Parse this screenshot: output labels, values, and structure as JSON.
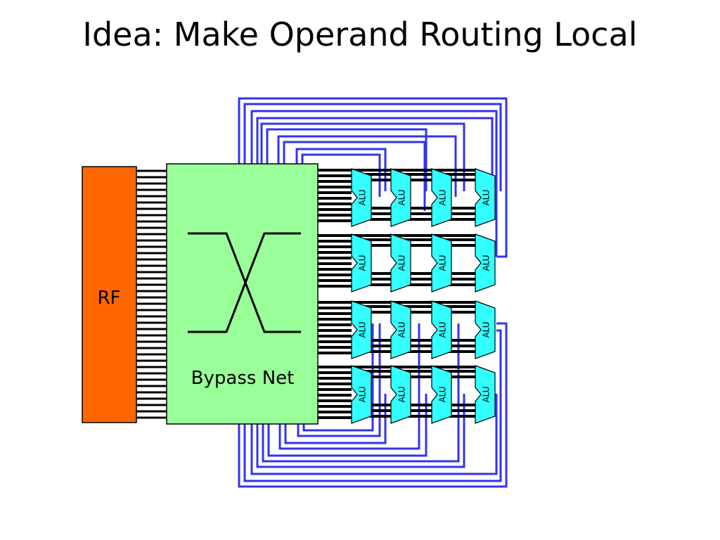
{
  "slide": {
    "title": "Idea: Make Operand Routing Local"
  },
  "diagram": {
    "register_file": {
      "label": "RF",
      "color": "#ff6600"
    },
    "bypass_network": {
      "label": "Bypass Net",
      "color": "#99ff99"
    },
    "alu": {
      "label": "ALU",
      "color": "#33ffff",
      "rows": 4,
      "cols": 4
    },
    "wire_color": "#3333ee",
    "bus_color": "#000000"
  }
}
